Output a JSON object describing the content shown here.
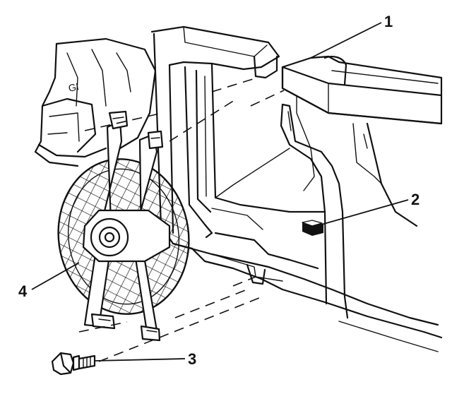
{
  "callouts": {
    "c1": "1",
    "c2": "2",
    "c3": "3",
    "c4": "4"
  },
  "shroud_text": "GI",
  "colors": {
    "ink": "#111111",
    "paper": "#ffffff"
  }
}
